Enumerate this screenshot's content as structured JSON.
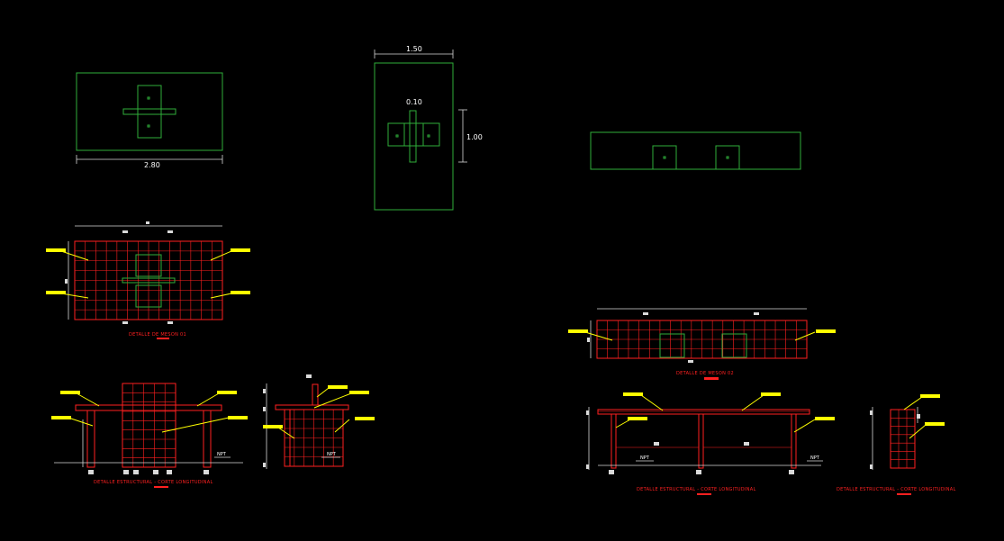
{
  "dimensions": {
    "plan1_width": "2.80",
    "plan2_width": "1.50",
    "plan2_height": "1.00",
    "plan2_inner": "0.10"
  },
  "titles": {
    "meson1": "DETALLE DE MESON 01",
    "meson2": "DETALLE DE MESON 02",
    "corte1": "DETALLE ESTRUCTURAL - CORTE LONGITUDINAL",
    "corte2": "DETALLE ESTRUCTURAL - CORTE LONGITUDINAL",
    "corte3": "DETALLE ESTRUCTURAL - CORTE LONGITUDINAL"
  },
  "colors": {
    "background": "#000000",
    "outline": "#2fae3a",
    "rebar": "#ff2020",
    "leader": "#ffff00",
    "dimension": "#d9d9d9"
  }
}
